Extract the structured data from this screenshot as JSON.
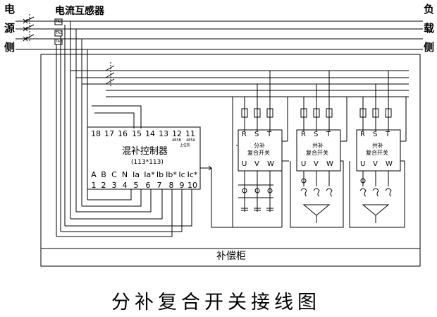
{
  "source_side": [
    "电",
    "源",
    "侧"
  ],
  "load_side": [
    "负",
    "载",
    "侧"
  ],
  "ct_label": "电流互感器",
  "ct_tags": [
    "TA1",
    "TA2",
    "TA3"
  ],
  "controller": {
    "title": "混补控制器",
    "subtitle": "(113*113)",
    "top_terminals": [
      "18",
      "17",
      "16",
      "15",
      "14",
      "13",
      "12",
      "11"
    ],
    "top_notes": [
      "485B",
      "485A",
      "上位机"
    ],
    "bottom_names": [
      "A",
      "B",
      "C",
      "N",
      "Ia",
      "Ia*",
      "Ib",
      "Ib*",
      "Ic",
      "Ic*"
    ],
    "bottom_numbers": [
      "1",
      "2",
      "3",
      "4",
      "5",
      "6",
      "7",
      "8",
      "9",
      "10"
    ]
  },
  "switches": [
    {
      "title_line1": "分补",
      "title_line2": "复合开关",
      "top": [
        "R",
        "S",
        "T"
      ],
      "bottom": [
        "U",
        "V",
        "W"
      ]
    },
    {
      "title_line1": "共补",
      "title_line2": "复合开关",
      "top": [
        "R",
        "S",
        "T"
      ],
      "bottom": [
        "U",
        "V",
        "W"
      ]
    },
    {
      "title_line1": "共补",
      "title_line2": "复合开关",
      "top": [
        "R",
        "S",
        "T"
      ],
      "bottom": [
        "U",
        "V",
        "W"
      ]
    }
  ],
  "cabinet_label": "补偿柜",
  "caption": "分补复合开关接线图"
}
